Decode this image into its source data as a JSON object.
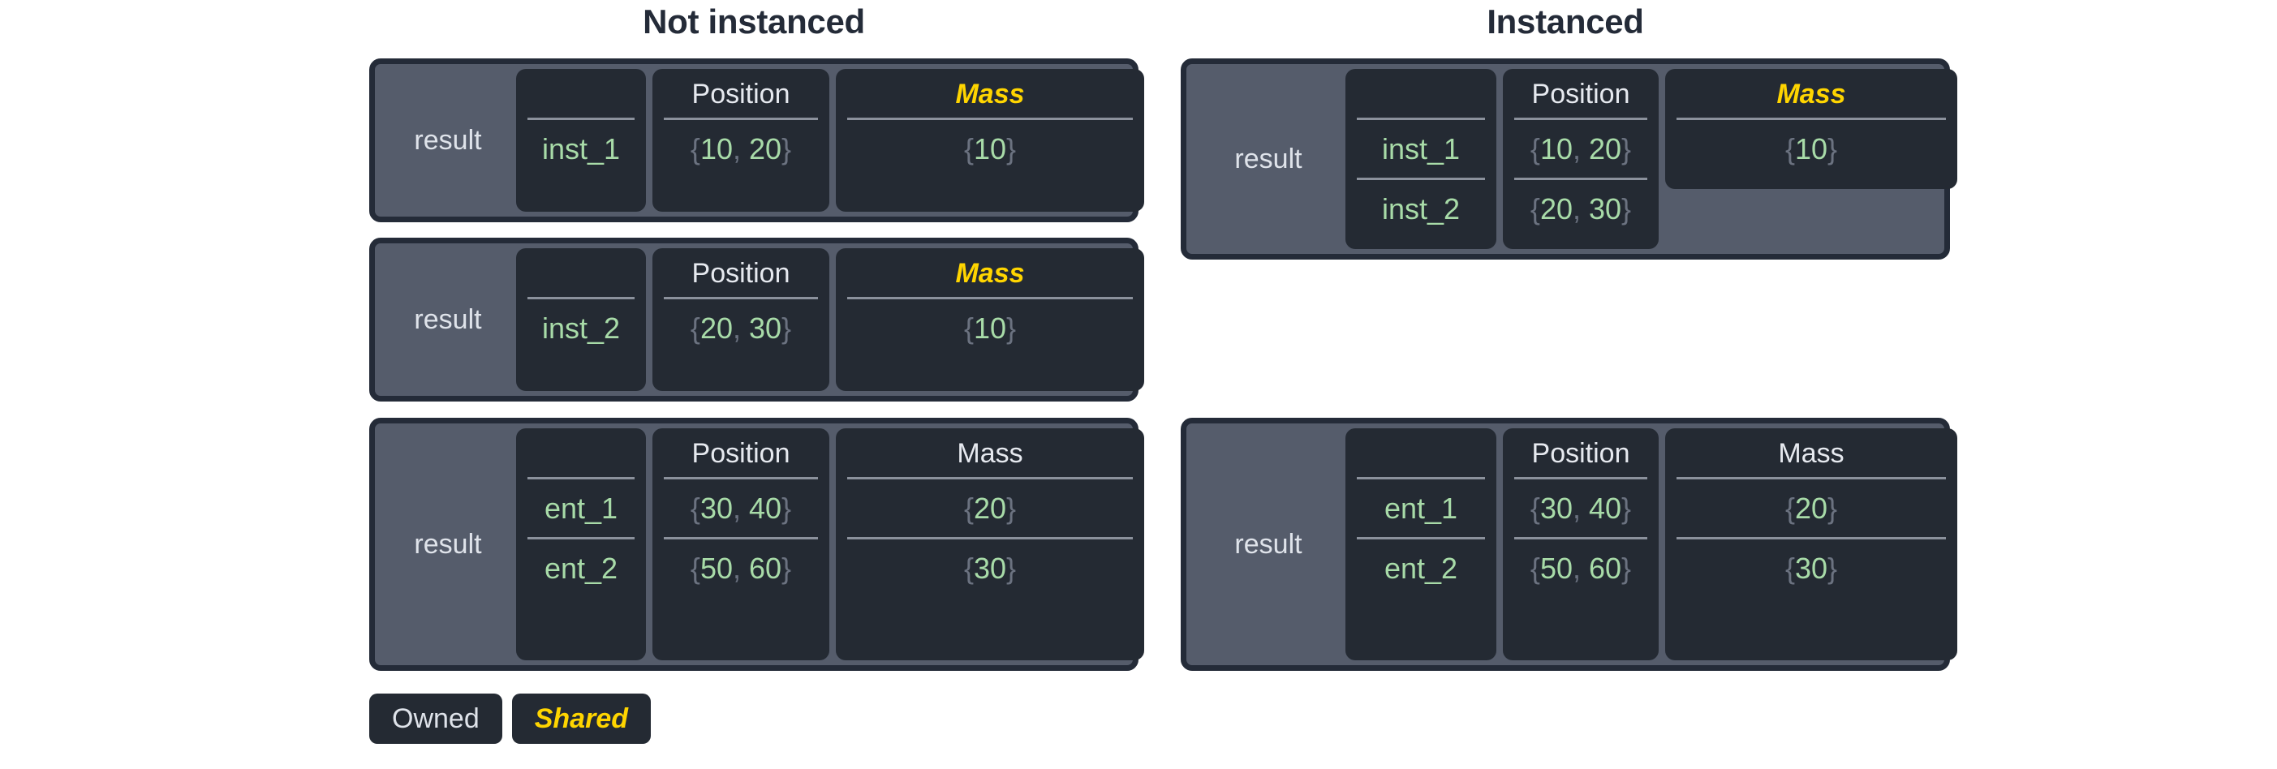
{
  "headings": {
    "left": "Not instanced",
    "right": "Instanced"
  },
  "labels": {
    "result": "result",
    "blank_header": "",
    "position": "Position",
    "mass": "Mass"
  },
  "legend": {
    "owned": "Owned",
    "shared": "Shared"
  },
  "colors": {
    "panel_fill": "#555c6b",
    "panel_border": "#242b38",
    "cell_fill": "#242a33",
    "shared_text": "#ffd500",
    "owned_text": "#dfe3ea",
    "value_text": "#a8dba8",
    "brace_text": "#6b7280",
    "rule": "#8b919c",
    "title_text": "#242b38",
    "page_bg": "#ffffff"
  },
  "blocks": {
    "left": [
      {
        "name": "not-instanced-archetype-1",
        "label": "result",
        "columns": [
          {
            "header": "",
            "shared": false,
            "values": [
              "inst_1"
            ]
          },
          {
            "header": "Position",
            "shared": false,
            "values": [
              "{10, 20}"
            ]
          },
          {
            "header": "Mass",
            "shared": true,
            "values": [
              "{10}"
            ]
          }
        ]
      },
      {
        "name": "not-instanced-archetype-2",
        "label": "result",
        "columns": [
          {
            "header": "",
            "shared": false,
            "values": [
              "inst_2"
            ]
          },
          {
            "header": "Position",
            "shared": false,
            "values": [
              "{20, 30}"
            ]
          },
          {
            "header": "Mass",
            "shared": true,
            "values": [
              "{10}"
            ]
          }
        ]
      },
      {
        "name": "not-instanced-archetype-3",
        "label": "result",
        "columns": [
          {
            "header": "",
            "shared": false,
            "values": [
              "ent_1",
              "ent_2"
            ]
          },
          {
            "header": "Position",
            "shared": false,
            "values": [
              "{30, 40}",
              "{50, 60}"
            ]
          },
          {
            "header": "Mass",
            "shared": false,
            "values": [
              "{20}",
              "{30}"
            ]
          }
        ]
      }
    ],
    "right": [
      {
        "name": "instanced-archetype-1",
        "label": "result",
        "columns": [
          {
            "header": "",
            "shared": false,
            "values": [
              "inst_1",
              "inst_2"
            ]
          },
          {
            "header": "Position",
            "shared": false,
            "values": [
              "{10, 20}",
              "{20, 30}"
            ]
          },
          {
            "header": "Mass",
            "shared": true,
            "values": [
              "{10}"
            ]
          }
        ]
      },
      {
        "name": "instanced-archetype-2",
        "label": "result",
        "columns": [
          {
            "header": "",
            "shared": false,
            "values": [
              "ent_1",
              "ent_2"
            ]
          },
          {
            "header": "Position",
            "shared": false,
            "values": [
              "{30, 40}",
              "{50, 60}"
            ]
          },
          {
            "header": "Mass",
            "shared": false,
            "values": [
              "{20}",
              "{30}"
            ]
          }
        ]
      }
    ]
  }
}
